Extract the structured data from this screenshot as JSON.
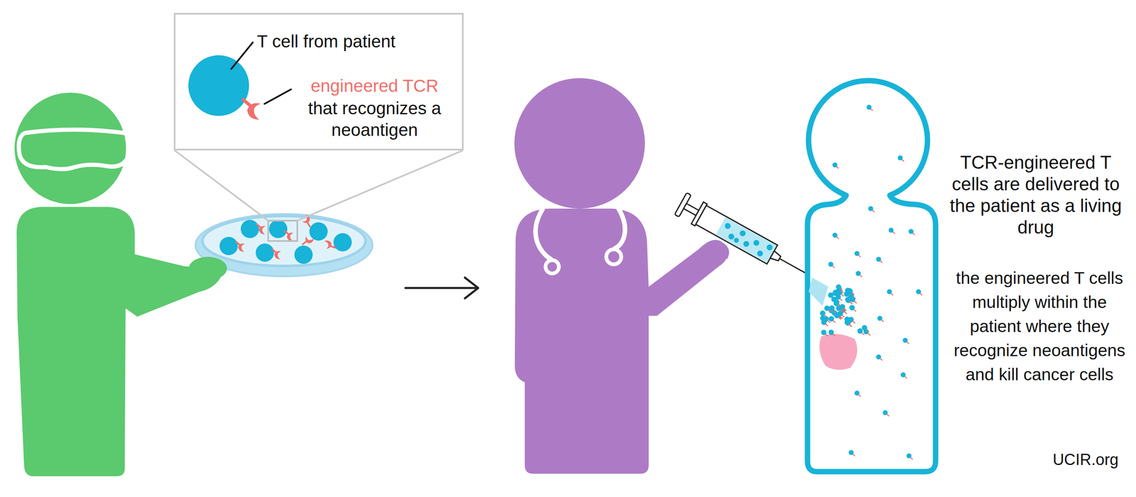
{
  "diagram": {
    "nodes": [
      {
        "text": [
          "T cell from patient",
          "engineered TCR",
          "that recognizes a neoantigen"
        ]
      }
    ],
    "labels": [
      "TCR-engineered T cells are delivered to the patient as a living drug",
      "the engineered T cells multiply within the patient where they recognize neoantigens and kill cancer cells",
      "UCIR.org"
    ]
  }
}
